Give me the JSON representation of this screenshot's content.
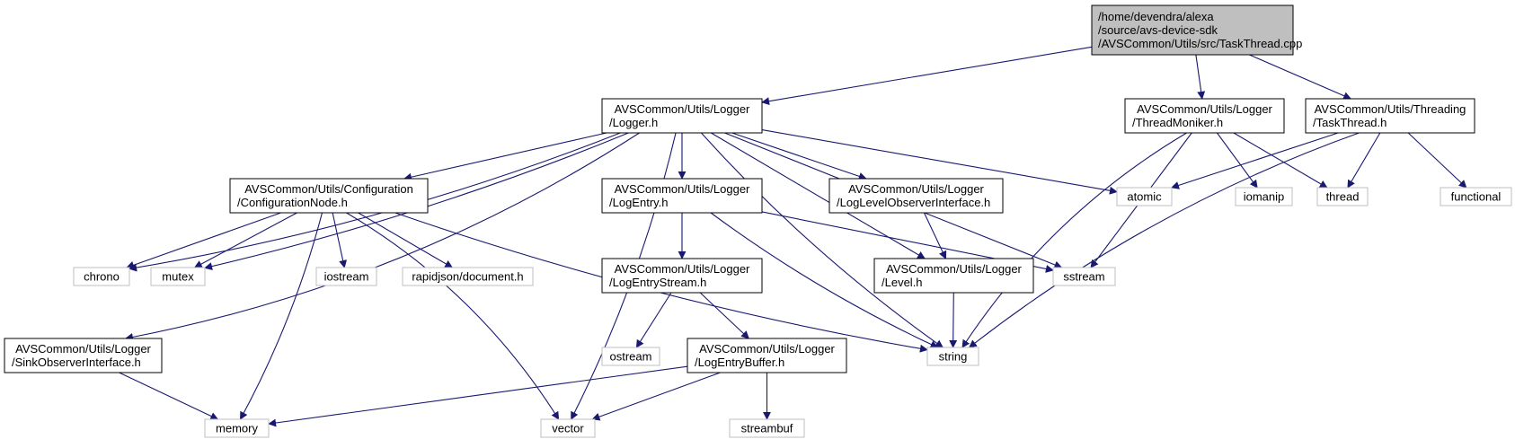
{
  "colors": {
    "edge": "#191970",
    "root_fill": "#bfbfbf",
    "project_border": "#000000",
    "system_border": "#bfbfbf"
  },
  "nodes": {
    "root": [
      "/home/devendra/alexa",
      "/source/avs-device-sdk",
      "/AVSCommon/Utils/src/TaskThread.cpp"
    ],
    "logger": [
      "AVSCommon/Utils/Logger",
      "/Logger.h"
    ],
    "threadmoniker": [
      "AVSCommon/Utils/Logger",
      "/ThreadMoniker.h"
    ],
    "taskthread": [
      "AVSCommon/Utils/Threading",
      "/TaskThread.h"
    ],
    "confignode": [
      "AVSCommon/Utils/Configuration",
      "/ConfigurationNode.h"
    ],
    "logentry": [
      "AVSCommon/Utils/Logger",
      "/LogEntry.h"
    ],
    "loglevelobs": [
      "AVSCommon/Utils/Logger",
      "/LogLevelObserverInterface.h"
    ],
    "logentrystream": [
      "AVSCommon/Utils/Logger",
      "/LogEntryStream.h"
    ],
    "level": [
      "AVSCommon/Utils/Logger",
      "/Level.h"
    ],
    "sinkobs": [
      "AVSCommon/Utils/Logger",
      "/SinkObserverInterface.h"
    ],
    "logentrybuffer": [
      "AVSCommon/Utils/Logger",
      "/LogEntryBuffer.h"
    ],
    "atomic": [
      "atomic"
    ],
    "iomanip": [
      "iomanip"
    ],
    "thread": [
      "thread"
    ],
    "functional": [
      "functional"
    ],
    "chrono": [
      "chrono"
    ],
    "mutex": [
      "mutex"
    ],
    "iostream": [
      "iostream"
    ],
    "rapidjson": [
      "rapidjson/document.h"
    ],
    "sstream": [
      "sstream"
    ],
    "ostream": [
      "ostream"
    ],
    "string": [
      "string"
    ],
    "memory": [
      "memory"
    ],
    "vector": [
      "vector"
    ],
    "streambuf": [
      "streambuf"
    ]
  }
}
